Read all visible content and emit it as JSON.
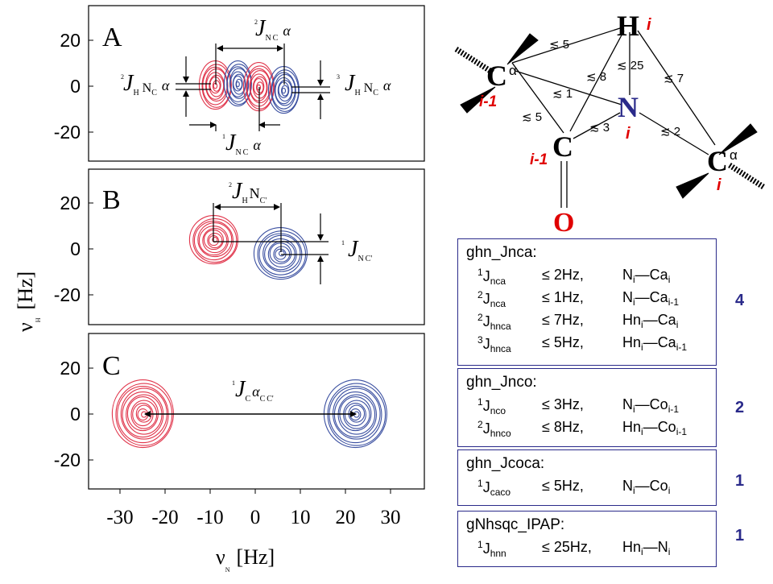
{
  "panels": [
    {
      "letter": "A",
      "yticks": [
        "20",
        "0",
        "-20"
      ],
      "labels": [
        {
          "pre": "2",
          "main": "J",
          "subs": [
            "N",
            "C",
            "α"
          ]
        },
        {
          "pre": "2",
          "main": "J",
          "subs": [
            "H",
            "N",
            "C",
            "α"
          ]
        },
        {
          "pre": "3",
          "main": "J",
          "subs": [
            "H",
            "N",
            "C",
            "α"
          ]
        },
        {
          "pre": "1",
          "main": "J",
          "subs": [
            "N",
            "C",
            "α"
          ]
        }
      ]
    },
    {
      "letter": "B",
      "yticks": [
        "20",
        "0",
        "-20"
      ],
      "labels": [
        {
          "pre": "2",
          "main": "J",
          "subs": [
            "H",
            "N",
            "C'"
          ]
        },
        {
          "pre": "1",
          "main": "J",
          "subs": [
            "N",
            "C'"
          ]
        }
      ]
    },
    {
      "letter": "C",
      "yticks": [
        "20",
        "0",
        "-20"
      ],
      "labels": [
        {
          "pre": "1",
          "main": "J",
          "subs": [
            "C",
            "C",
            "α",
            "C'"
          ]
        }
      ]
    }
  ],
  "xticks": [
    "-30",
    "-20",
    "-10",
    "0",
    "10",
    "20",
    "30"
  ],
  "xlabel": {
    "symbol": "ν",
    "sub": "N",
    "unit": "[Hz]"
  },
  "ylabel": {
    "symbol": "ν",
    "sub": "H",
    "unit": "[Hz]"
  },
  "colors": {
    "red": "#e0344a",
    "blue": "#3a4fa0",
    "box_border": "#2a2a8a",
    "sub_red": "#e00000"
  },
  "molecule": {
    "atoms": [
      {
        "id": "H",
        "symbol": "H",
        "index": "i"
      },
      {
        "id": "Ca_prev",
        "symbol": "C",
        "sup": "α",
        "index": "i-1"
      },
      {
        "id": "N",
        "symbol": "N",
        "index": "i"
      },
      {
        "id": "C_prev",
        "symbol": "C",
        "index": "i-1"
      },
      {
        "id": "Ca_i",
        "symbol": "C",
        "sup": "α",
        "index": "i"
      },
      {
        "id": "O",
        "symbol": "O"
      }
    ],
    "couplings": [
      "≲ 5",
      "≲ 8",
      "≲ 25",
      "≲ 7",
      "≲ 1",
      "≲ 5",
      "≲ 3",
      "≲ 2"
    ]
  },
  "experiments": [
    {
      "name": "ghn_Jnca:",
      "count": "4",
      "rows": [
        {
          "pre": "1",
          "j": "J",
          "jsub": "nca",
          "limit": "≤ 2Hz,",
          "a": "N",
          "asub": "i",
          "b": "Ca",
          "bsub": "i"
        },
        {
          "pre": "2",
          "j": "J",
          "jsub": "nca",
          "limit": "≤ 1Hz,",
          "a": "N",
          "asub": "i",
          "b": "Ca",
          "bsub": "i-1"
        },
        {
          "pre": "2",
          "j": "J",
          "jsub": "hnca",
          "limit": "≤ 7Hz,",
          "a": "Hn",
          "asub": "i",
          "b": "Ca",
          "bsub": "i"
        },
        {
          "pre": "3",
          "j": "J",
          "jsub": "hnca",
          "limit": "≤ 5Hz,",
          "a": "Hn",
          "asub": "i",
          "b": "Ca",
          "bsub": "i-1"
        }
      ]
    },
    {
      "name": "ghn_Jnco:",
      "count": "2",
      "rows": [
        {
          "pre": "1",
          "j": "J",
          "jsub": "nco",
          "limit": "≤ 3Hz,",
          "a": "N",
          "asub": "i",
          "b": "Co",
          "bsub": "i-1"
        },
        {
          "pre": "2",
          "j": "J",
          "jsub": "hnco",
          "limit": "≤ 8Hz,",
          "a": "Hn",
          "asub": "i",
          "b": "Co",
          "bsub": "i-1"
        }
      ]
    },
    {
      "name": "ghn_Jcoca:",
      "count": "1",
      "rows": [
        {
          "pre": "1",
          "j": "J",
          "jsub": "caco",
          "limit": "≤ 5Hz,",
          "a": "N",
          "asub": "i",
          "b": "Co",
          "bsub": "i"
        }
      ]
    },
    {
      "name": "gNhsqc_IPAP:",
      "count": "1",
      "rows": [
        {
          "pre": "1",
          "j": "J",
          "jsub": "hnn",
          "limit": "≤ 25Hz,",
          "a": "Hn",
          "asub": "i",
          "b": "N",
          "bsub": "i"
        }
      ]
    }
  ]
}
